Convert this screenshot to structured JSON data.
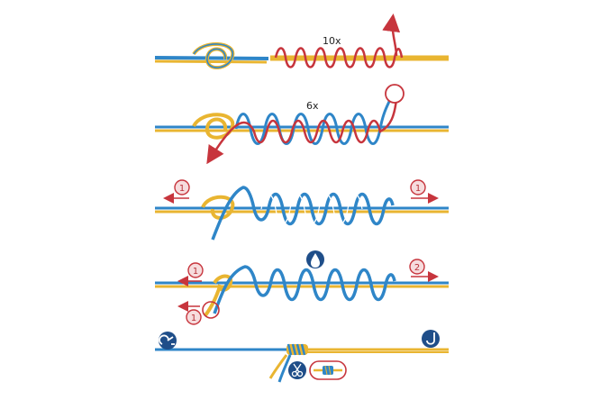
{
  "colors": {
    "blue_line": "#2f86c8",
    "yellow_line": "#e9b531",
    "red_tag": "#c7353d",
    "tag_fill": "#f6dcdd",
    "icon_blue": "#1f4e89",
    "background": "#ffffff"
  },
  "steps": [
    {
      "wrap_count_label": "10x"
    },
    {
      "wrap_count_label": "6x"
    },
    {
      "left_marker": "1",
      "right_marker": "1"
    },
    {
      "left_marker": "1",
      "lower_marker": "1",
      "right_marker": "2",
      "icon": "water-drop-icon"
    },
    {
      "icons": [
        "fishing-reel-icon",
        "fish-hook-icon",
        "scissors-icon",
        "finished-knot-icon"
      ]
    }
  ]
}
